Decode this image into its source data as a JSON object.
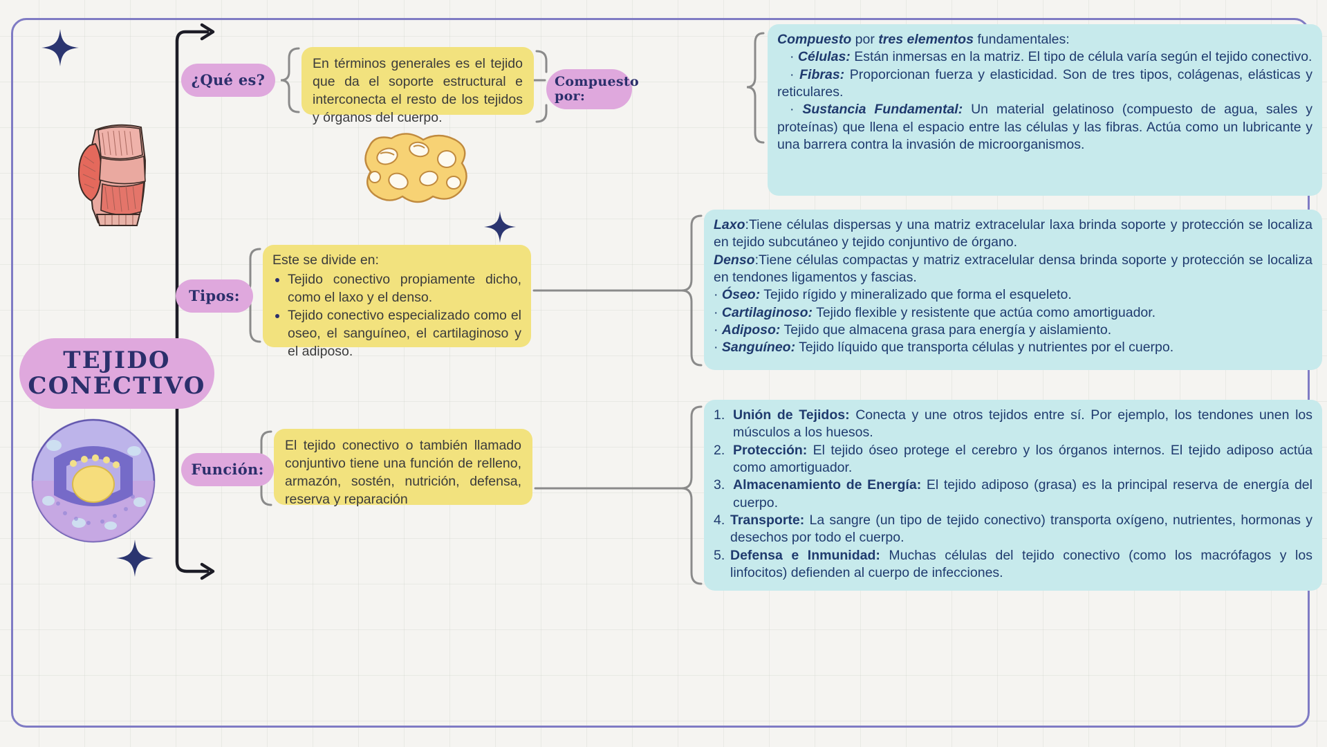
{
  "title": {
    "line1": "TEJIDO",
    "line2": "CONECTIVO"
  },
  "colors": {
    "background": "#f5f4f1",
    "frame": "#7f7bc4",
    "pill": "#dfa8dd",
    "pill_text": "#2b2f6b",
    "yellow_card": "#f2e27e",
    "blue_card": "#c7eaec",
    "blue_text": "#1f3a6e",
    "connector": "#8a8a8a",
    "arrow": "#1c1c26",
    "sparkle": "#2b3570"
  },
  "branches": {
    "que_es": {
      "pill_label": "¿Qué es?",
      "yellow_text": "En términos generales es el tejido que da el soporte estructural e interconecta el resto de los tejidos y órganos del cuerpo."
    },
    "compuesto": {
      "pill_label_line1": "Compuesto",
      "pill_label_line2": "por:",
      "intro_bold": "Compuesto",
      "intro_mid": " por ",
      "intro_bold2": "tres elementos",
      "intro_end": " fundamentales:",
      "items": [
        {
          "bullet": "·",
          "term": "Células:",
          "text": " Están inmersas en la matriz. El tipo de célula varía según el tejido conectivo."
        },
        {
          "bullet": "·",
          "term": "Fibras:",
          "text": " Proporcionan fuerza y elasticidad. Son de tres tipos, colágenas, elásticas y reticulares."
        },
        {
          "bullet": "·",
          "term": "Sustancia Fundamental:",
          "text": " Un material gelatinoso (compuesto de agua, sales y proteínas) que llena el espacio entre las células y las fibras. Actúa como un lubricante y una barrera contra la invasión de microorganismos."
        }
      ]
    },
    "tipos": {
      "pill_label": "Tipos:",
      "yellow_intro": "Este se divide en:",
      "yellow_bullets": [
        "Tejido conectivo propiamente dicho, como el laxo y el denso.",
        "Tejido conectivo especializado como el oseo, el sanguíneo, el cartilaginoso y el adiposo."
      ],
      "items": [
        {
          "bullet": "",
          "term": "Laxo",
          "sep": ":",
          "text": "Tiene células dispersas y una matriz extracelular laxa brinda soporte y protección se localiza en tejido subcutáneo y tejido conjuntivo de órgano."
        },
        {
          "bullet": "",
          "term": "Denso",
          "sep": ":",
          "text": "Tiene células compactas y matriz extracelular densa brinda soporte y protección se localiza en tendones ligamentos y fascias."
        },
        {
          "bullet": "·",
          "term": "Óseo:",
          "sep": "",
          "text": " Tejido rígido y mineralizado que forma el esqueleto."
        },
        {
          "bullet": "·",
          "term": "Cartilaginoso:",
          "sep": "",
          "text": " Tejido flexible y resistente que actúa como amortiguador."
        },
        {
          "bullet": "·",
          "term": "Adiposo:",
          "sep": "",
          "text": " Tejido que almacena grasa para energía y aislamiento."
        },
        {
          "bullet": "·",
          "term": "Sanguíneo:",
          "sep": "",
          "text": " Tejido líquido que transporta células y nutrientes por el cuerpo."
        }
      ]
    },
    "funcion": {
      "pill_label": "Función:",
      "yellow_text": "El tejido conectivo o también llamado conjuntivo tiene una función de relleno, armazón, sostén, nutrición, defensa, reserva y reparación",
      "items": [
        {
          "num": "1.",
          "term": "Unión de Tejidos:",
          "text": " Conecta y une otros tejidos entre sí. Por ejemplo, los tendones unen los músculos a los huesos."
        },
        {
          "num": "2.",
          "term": "Protección:",
          "text": " El tejido óseo protege el cerebro y los órganos internos. El tejido adiposo actúa como amortiguador."
        },
        {
          "num": "3.",
          "term": "Almacenamiento de Energía:",
          "text": " El tejido adiposo (grasa) es la principal reserva de energía del cuerpo."
        },
        {
          "num": "4.",
          "term": "Transporte:",
          "text": " La sangre (un tipo de tejido conectivo) transporta oxígeno, nutrientes, hormonas y desechos por todo el cuerpo."
        },
        {
          "num": "5.",
          "term": "Defensa e Inmunidad:",
          "text": " Muchas células del tejido conectivo (como los macrófagos y los linfocitos) defienden al cuerpo de infecciones."
        }
      ]
    }
  },
  "illustrations": [
    {
      "name": "muscle-anatomy-illustration"
    },
    {
      "name": "connective-tissue-matrix-illustration"
    },
    {
      "name": "cell-cross-section-illustration"
    }
  ],
  "sparkles": [
    {
      "name": "sparkle-top-left"
    },
    {
      "name": "sparkle-middle"
    },
    {
      "name": "sparkle-bottom-left"
    }
  ]
}
